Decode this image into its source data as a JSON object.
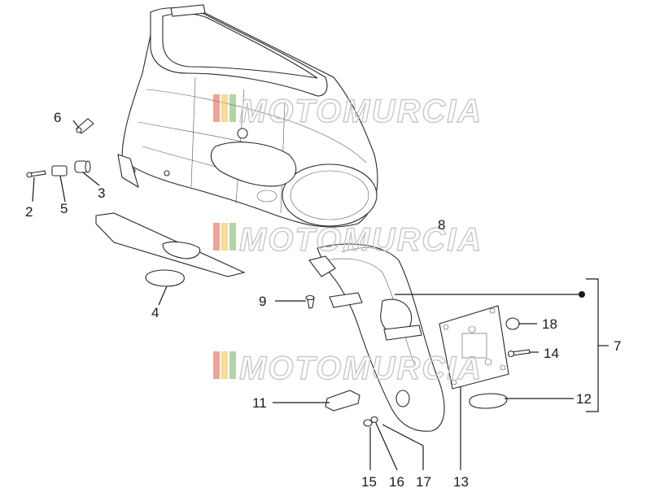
{
  "watermark": {
    "text": "MOTOMURCIA",
    "bar_colors": [
      "#e05a4a",
      "#f0c040",
      "#70b060"
    ]
  },
  "callouts": {
    "c1": "6",
    "c2": "2",
    "c3": "5",
    "c4": "3",
    "c5": "4",
    "c6": "9",
    "c7": "8",
    "c8": "18",
    "c9": "14",
    "c10": "7",
    "c11": "11",
    "c12": "12",
    "c13": "15",
    "c14": "16",
    "c15": "17",
    "c16": "13"
  }
}
